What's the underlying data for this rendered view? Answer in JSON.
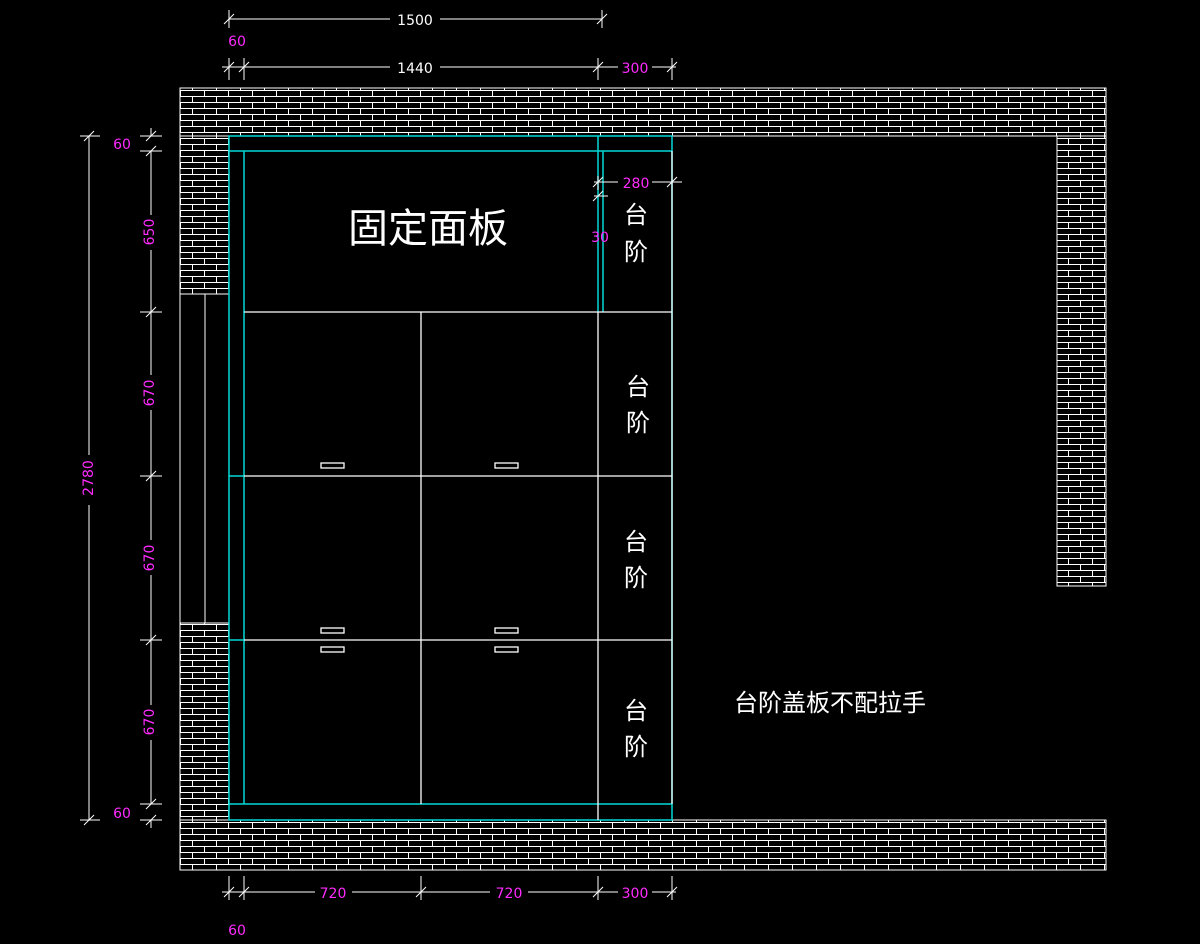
{
  "colors": {
    "background": "#000000",
    "line": "#ffffff",
    "cabinet_frame": "#00d8d8",
    "dimension_text": "#ff2bff",
    "brick": "#ffffff"
  },
  "labels": {
    "fixed_panel": "固定面板",
    "step_line1": "台",
    "step_line2": "阶",
    "note": "台阶盖板不配拉手"
  },
  "dimensions": {
    "top_overall": "1500",
    "top_left_60": "60",
    "top_1440": "1440",
    "top_300": "300",
    "side_280": "280",
    "side_30": "30",
    "left_overall": "2780",
    "left_top_60": "60",
    "left_650": "650",
    "left_670_a": "670",
    "left_670_b": "670",
    "left_670_c": "670",
    "left_bottom_60": "60",
    "bottom_720_a": "720",
    "bottom_720_b": "720",
    "bottom_300": "300",
    "bottom_60": "60"
  }
}
